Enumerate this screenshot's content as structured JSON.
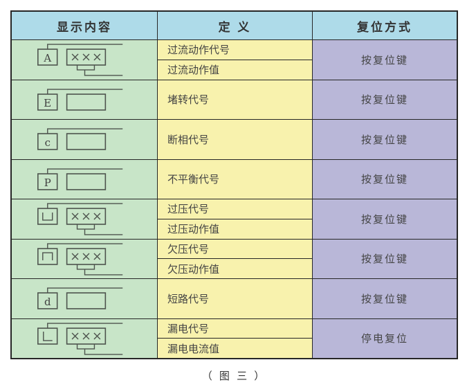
{
  "table": {
    "headers": [
      "显示内容",
      "定 义",
      "复位方式"
    ],
    "rows": [
      {
        "symbol": "A",
        "display_value": "×××",
        "definitions": [
          "过流动作代号",
          "过流动作值"
        ],
        "reset": "按复位键"
      },
      {
        "symbol": "E",
        "display_value": "",
        "definitions": [
          "堵转代号"
        ],
        "reset": "按复位键"
      },
      {
        "symbol": "c",
        "display_value": "",
        "definitions": [
          "断相代号"
        ],
        "reset": "按复位键"
      },
      {
        "symbol": "P",
        "display_value": "",
        "definitions": [
          "不平衡代号"
        ],
        "reset": "按复位键"
      },
      {
        "symbol": "⊔",
        "display_value": "×××",
        "definitions": [
          "过压代号",
          "过压动作值"
        ],
        "reset": "按复位键"
      },
      {
        "symbol": "⊓",
        "display_value": "×××",
        "definitions": [
          "欠压代号",
          "欠压动作值"
        ],
        "reset": "按复位键"
      },
      {
        "symbol": "d",
        "display_value": "",
        "definitions": [
          "短路代号"
        ],
        "reset": "按复位键"
      },
      {
        "symbol": "L",
        "display_value": "×××",
        "definitions": [
          "漏电代号",
          "漏电电流值"
        ],
        "reset": "停电复位"
      }
    ]
  },
  "caption": "（ 图 三 ）",
  "colors": {
    "header_bg": "#aedbe9",
    "display_bg": "#c8e5c8",
    "definition_bg": "#f8f2ad",
    "reset_bg": "#b9b7d8",
    "border": "#262626",
    "diagram_line": "#4d534d",
    "text": "#3b3b3b"
  }
}
